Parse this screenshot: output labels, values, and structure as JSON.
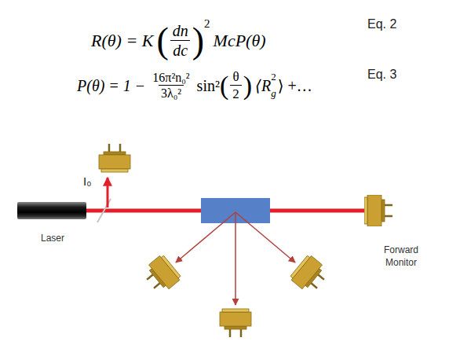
{
  "diagram": {
    "nodes": [
      {
        "text": [
          "Laser"
        ]
      },
      {
        "text": [
          "Forward Monitor"
        ]
      }
    ],
    "edges": [
      {
        "from": 0,
        "to": 1,
        "arrow": "none"
      }
    ],
    "labels": [
      "R(θ) = K",
      "(",
      "dn",
      "dc",
      ")",
      "2",
      "McP(θ)",
      "Eq. 2",
      "P(θ) = 1 −",
      "16π²n₀²",
      "3λ₀²",
      "sin²",
      "(",
      "θ",
      "2",
      ")",
      "⟨R",
      "2",
      "g",
      "⟩ +…",
      "Eq. 3",
      "I₀"
    ]
  }
}
